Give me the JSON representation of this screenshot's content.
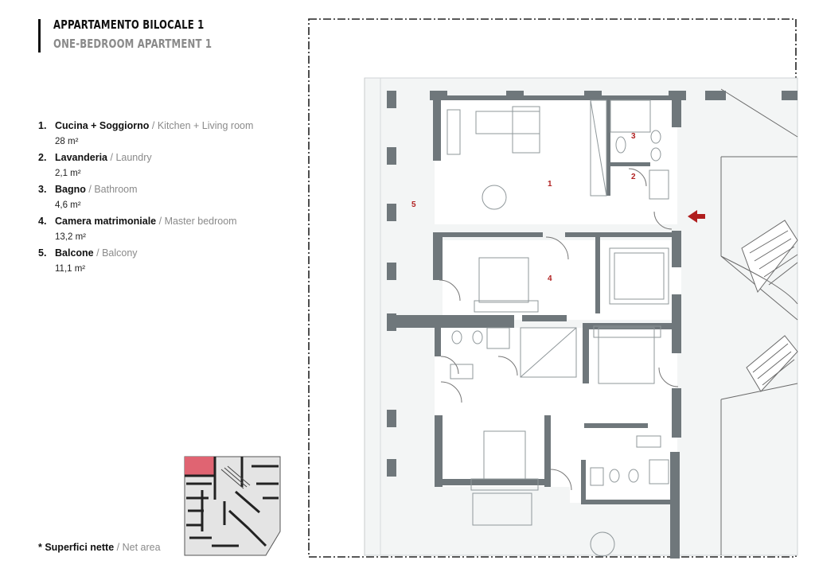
{
  "header": {
    "title_it": "APPARTAMENTO BILOCALE 1",
    "title_en": "ONE-BEDROOM APARTMENT 1"
  },
  "rooms": [
    {
      "num": "1.",
      "name_it": "Cucina + Soggiorno",
      "sep": " / ",
      "name_en": "Kitchen + Living room",
      "area": "28 m²"
    },
    {
      "num": "2.",
      "name_it": "Lavanderia",
      "sep": " / ",
      "name_en": "Laundry",
      "area": "2,1 m²"
    },
    {
      "num": "3.",
      "name_it": "Bagno",
      "sep": " / ",
      "name_en": "Bathroom",
      "area": "4,6 m²"
    },
    {
      "num": "4.",
      "name_it": "Camera matrimoniale",
      "sep": " / ",
      "name_en": "Master bedroom",
      "area": "13,2 m²"
    },
    {
      "num": "5.",
      "name_it": "Balcone",
      "sep": " / ",
      "name_en": "Balcony",
      "area": "11,1 m²"
    }
  ],
  "footnote": {
    "it": "* Superfici nette",
    "sep": " / ",
    "en": "Net area"
  },
  "plan": {
    "labels": [
      "1",
      "2",
      "3",
      "4",
      "5"
    ]
  },
  "colors": {
    "wall": "#6f777b",
    "highlight": "#e06472",
    "label_red": "#b22222",
    "arrow": "#b01e1e",
    "muted_text": "#8a8a8a"
  }
}
